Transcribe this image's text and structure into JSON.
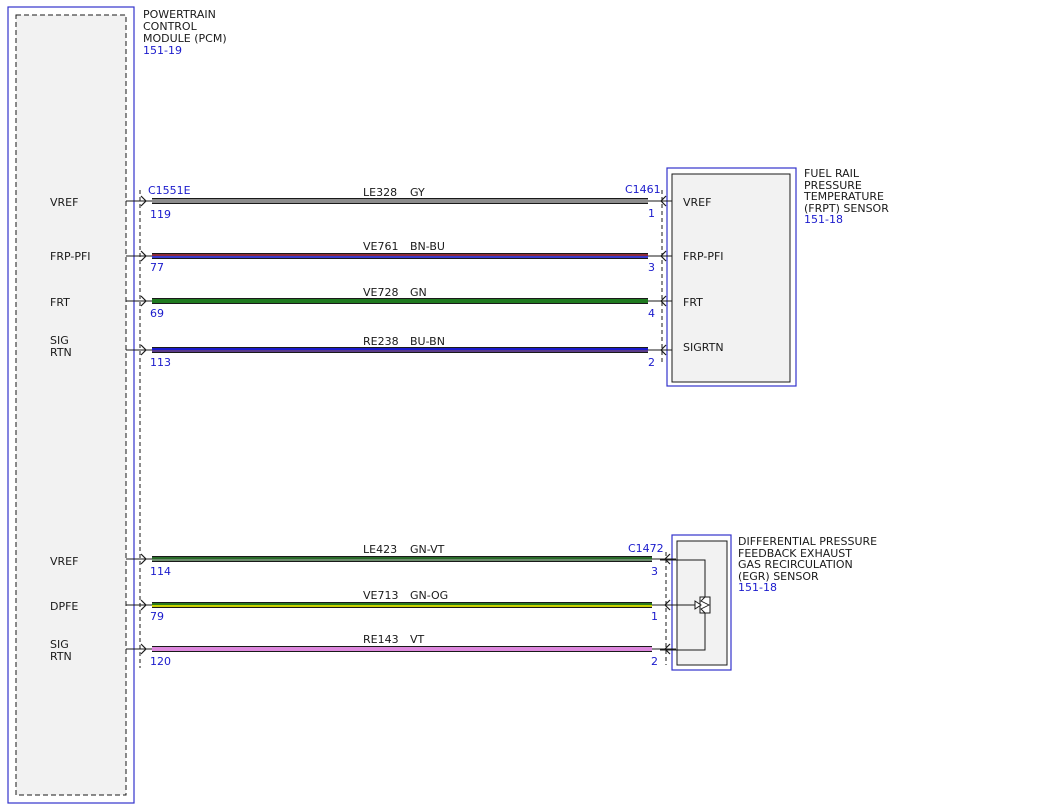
{
  "colors": {
    "module_border": "#3333cc",
    "module_fill": "#f2f2f2",
    "text": "#1a1a1a",
    "ref_text": "#1a1acc"
  },
  "pcm": {
    "title_lines": [
      "POWERTRAIN",
      "CONTROL",
      "MODULE (PCM)"
    ],
    "ref": "151-19",
    "connector": "C1551E",
    "pins": [
      {
        "lines": [
          "VREF"
        ],
        "pin": "119"
      },
      {
        "lines": [
          "FRP-PFI"
        ],
        "pin": "77"
      },
      {
        "lines": [
          "FRT"
        ],
        "pin": "69"
      },
      {
        "lines": [
          "SIG",
          "RTN"
        ],
        "pin": "113"
      },
      {
        "lines": [
          "VREF"
        ],
        "pin": "114"
      },
      {
        "lines": [
          "DPFE"
        ],
        "pin": "79"
      },
      {
        "lines": [
          "SIG",
          "RTN"
        ],
        "pin": "120"
      }
    ]
  },
  "frpt_sensor": {
    "title_lines": [
      "FUEL RAIL",
      "PRESSURE",
      "TEMPERATURE",
      "(FRPT) SENSOR"
    ],
    "ref": "151-18",
    "connector": "C1461",
    "pins": [
      {
        "label": "VREF",
        "pin": "1"
      },
      {
        "label": "FRP-PFI",
        "pin": "3"
      },
      {
        "label": "FRT",
        "pin": "4"
      },
      {
        "label": "SIGRTN",
        "pin": "2"
      }
    ]
  },
  "egr_sensor": {
    "title_lines": [
      "DIFFERENTIAL PRESSURE",
      "FEEDBACK EXHAUST",
      "GAS RECIRCULATION",
      "(EGR) SENSOR"
    ],
    "ref": "151-18",
    "connector": "C1472",
    "pins": [
      {
        "pin": "3"
      },
      {
        "pin": "1"
      },
      {
        "pin": "2"
      }
    ]
  },
  "wires": [
    {
      "circuit": "LE328",
      "color_code": "GY",
      "colors": [
        "#8c8c8c",
        "#8c8c8c"
      ]
    },
    {
      "circuit": "VE761",
      "color_code": "BN-BU",
      "colors": [
        "#8b2a3a",
        "#3a3acc"
      ]
    },
    {
      "circuit": "VE728",
      "color_code": "GN",
      "colors": [
        "#1f7a1f",
        "#1f7a1f"
      ]
    },
    {
      "circuit": "RE238",
      "color_code": "BU-BN",
      "colors": [
        "#1a1acc",
        "#5a3a8a"
      ]
    },
    {
      "circuit": "LE423",
      "color_code": "GN-VT",
      "colors": [
        "#2a6b2a",
        "#6a8a6a"
      ]
    },
    {
      "circuit": "VE713",
      "color_code": "GN-OG",
      "colors": [
        "#2a7a1a",
        "#c8d000"
      ]
    },
    {
      "circuit": "RE143",
      "color_code": "VT",
      "colors": [
        "#dd88dd",
        "#dd88dd"
      ]
    }
  ]
}
